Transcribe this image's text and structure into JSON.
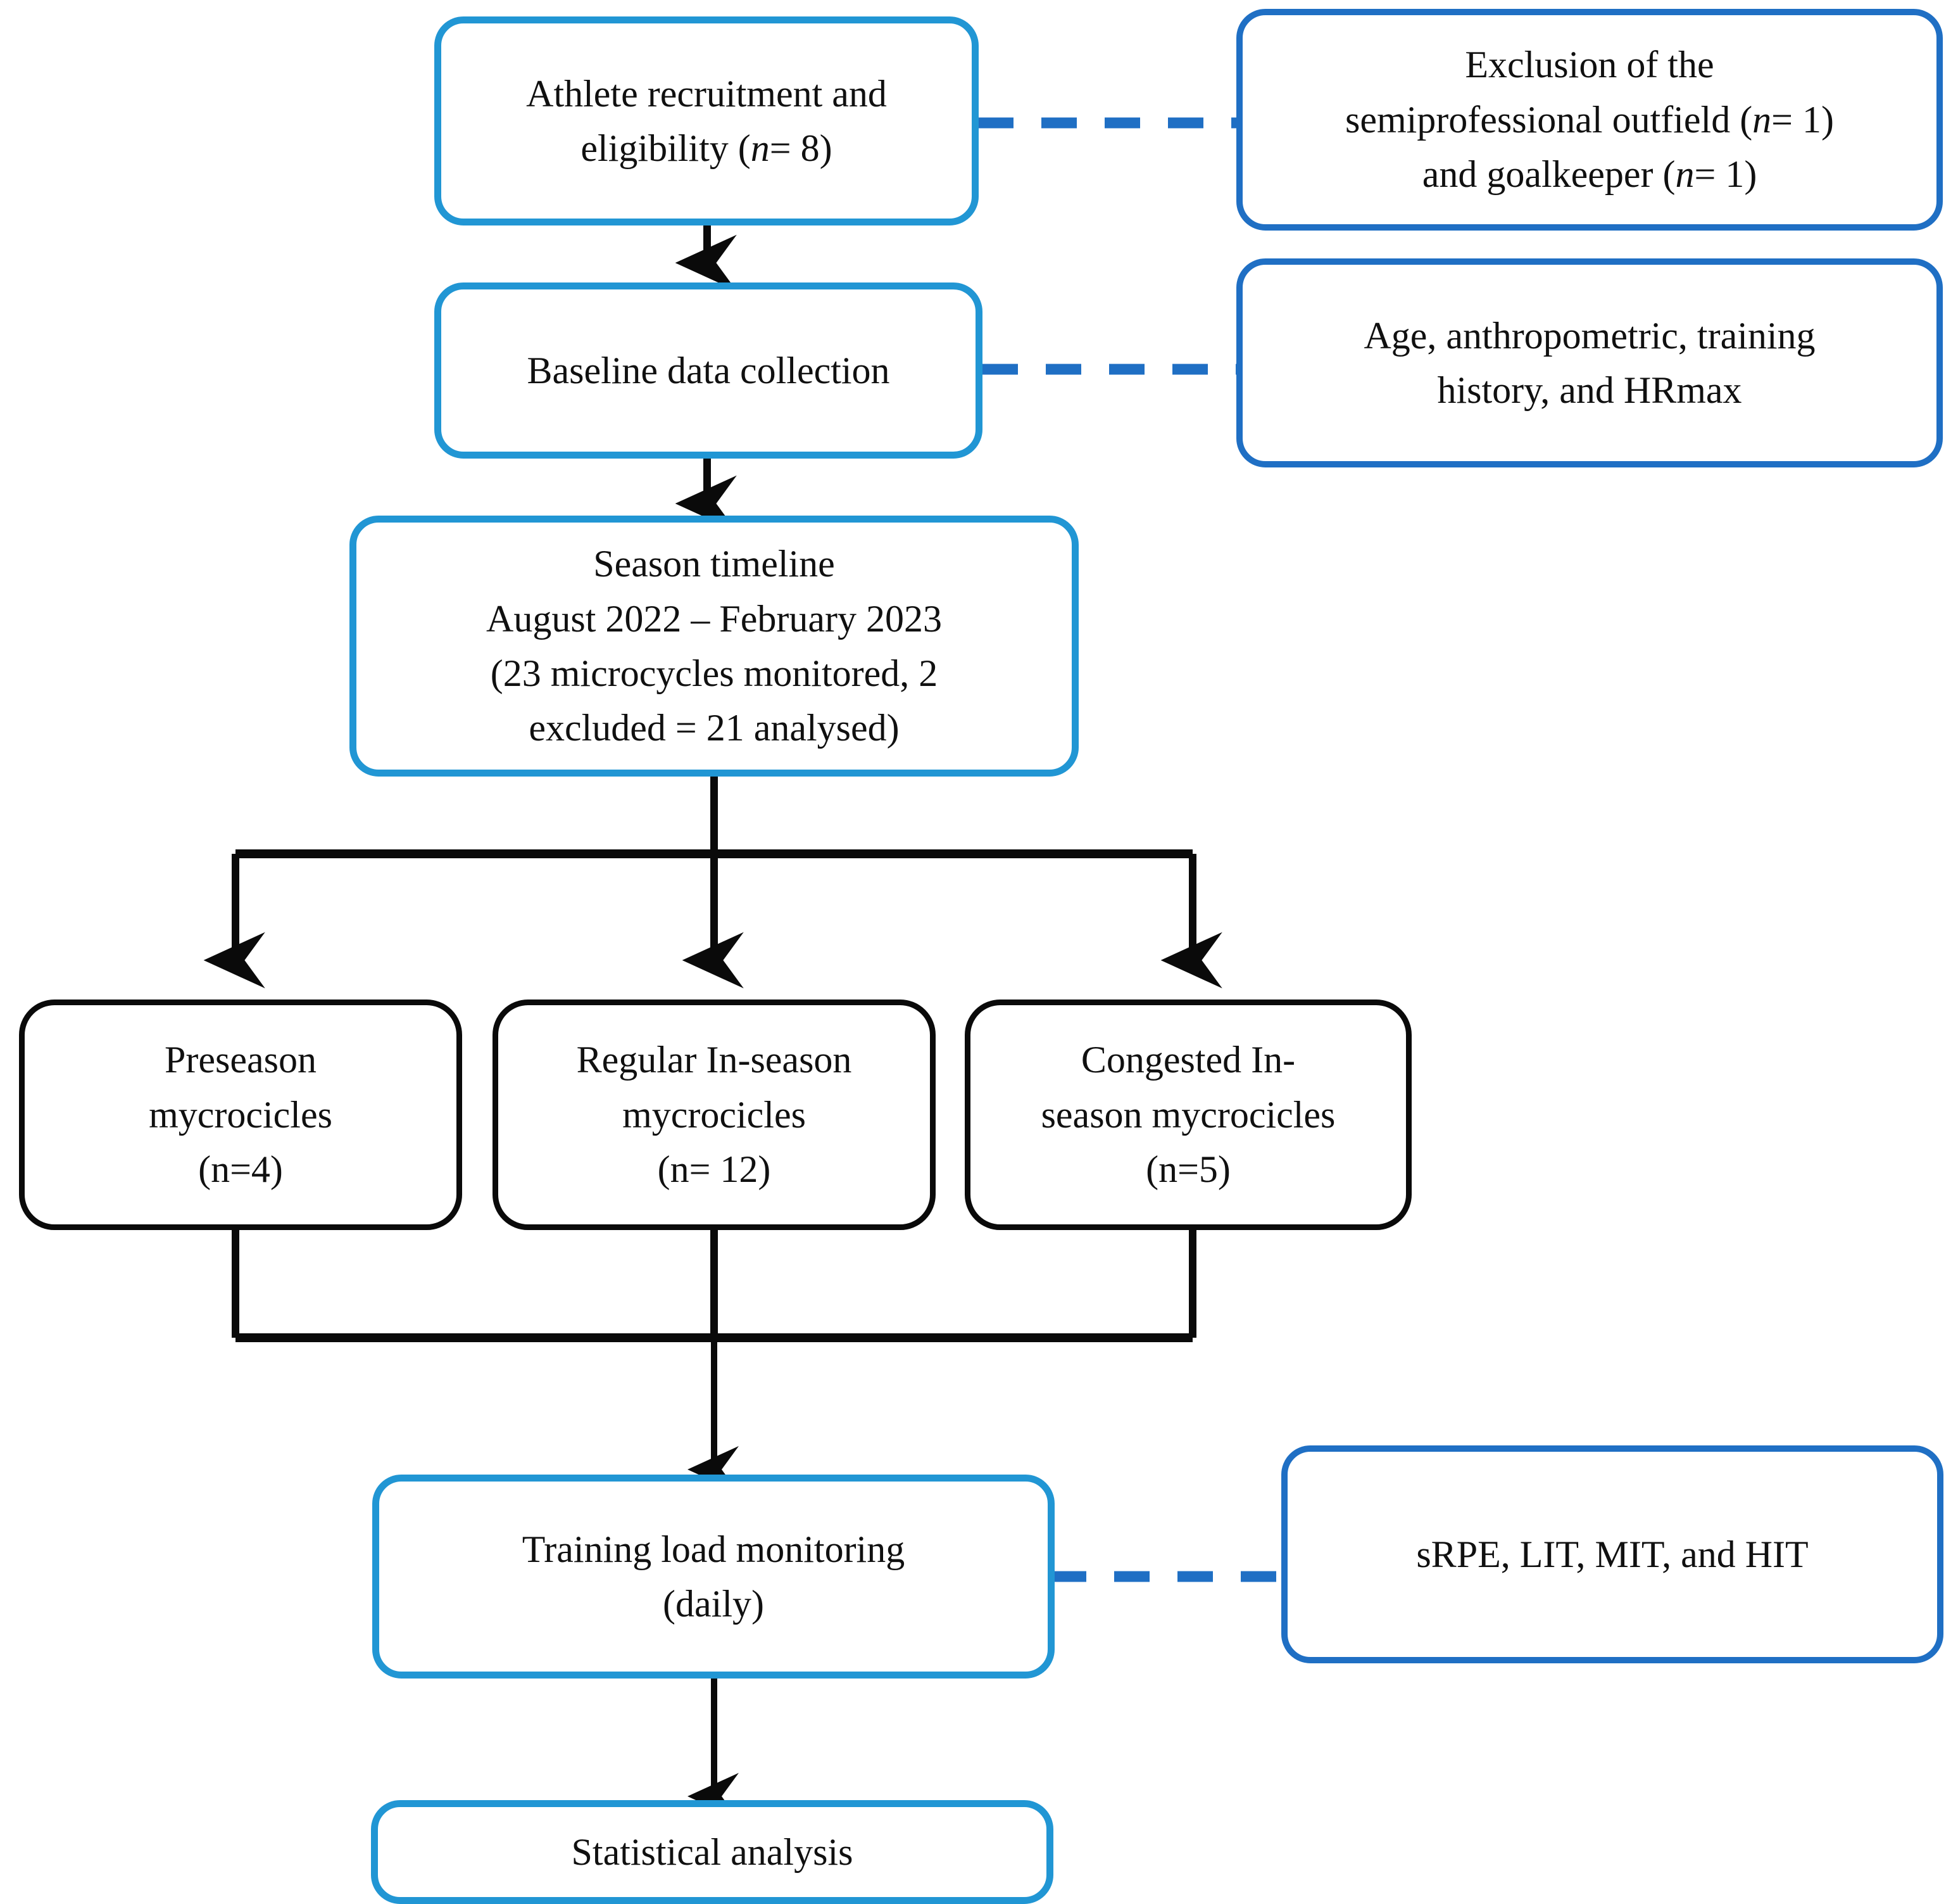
{
  "figure": {
    "type": "flowchart",
    "title": "Study design flowchart",
    "colors": {
      "box_border_primary": "#2196D4",
      "box_border_side": "#1F6FC4",
      "box_border_group": "#0A0A0A",
      "connector_solid": "#0A0A0A",
      "connector_dashed": "#1F6FC4",
      "background": "#FFFFFF",
      "text": "#101010"
    },
    "nodes": {
      "athlete_recruitment": {
        "id": "athlete-recruitment",
        "text": "Athlete recruitment and\neligibility (n= 8)",
        "line1": "Athlete recruitment and",
        "line2_prefix": "eligibility (",
        "line2_italic": "n",
        "line2_suffix": "= 8)",
        "border_style": "blue-light"
      },
      "exclusion": {
        "id": "exclusion",
        "text": "Exclusion of the\nsemiprofessional outfield (n= 1)\nand goalkeeper (n= 1)",
        "line1": "Exclusion of the",
        "line2_prefix": "semiprofessional outfield (",
        "line2_italic": "n",
        "line2_suffix": "= 1)",
        "line3_prefix": "and goalkeeper (",
        "line3_italic": "n",
        "line3_suffix": "= 1)",
        "border_style": "blue-dark"
      },
      "baseline": {
        "id": "baseline-data-collection",
        "text": "Baseline data collection",
        "border_style": "blue-light"
      },
      "baseline_detail": {
        "id": "baseline-detail",
        "text": "Age, anthropometric, training\nhistory, and HRmax",
        "border_style": "blue-dark"
      },
      "season_timeline": {
        "id": "season-timeline",
        "text": "Season timeline\nAugust 2022 – February 2023\n(23 microcycles monitored, 2\nexcluded = 21 analysed)",
        "border_style": "blue-light"
      },
      "preseason": {
        "id": "preseason-microcycles",
        "text": "Preseason\nmycrocicles\n(n=4)",
        "border_style": "black"
      },
      "regular_inseason": {
        "id": "regular-in-season-microcycles",
        "text": "Regular In-season\nmycrocicles\n(n= 12)",
        "border_style": "black"
      },
      "congested_inseason": {
        "id": "congested-in-season-microcycles",
        "text": "Congested In-\nseason mycrocicles\n(n=5)",
        "border_style": "black"
      },
      "training_load": {
        "id": "training-load-monitoring",
        "text": "Training load monitoring\n(daily)",
        "border_style": "blue-light"
      },
      "training_load_detail": {
        "id": "training-load-detail",
        "text": "sRPE, LIT, MIT, and HIT",
        "border_style": "blue-dark"
      },
      "statistical_analysis": {
        "id": "statistical-analysis",
        "text": "Statistical analysis",
        "border_style": "blue-light"
      }
    },
    "edges": [
      {
        "from": "athlete_recruitment",
        "to": "exclusion",
        "style": "dashed",
        "color": "#1F6FC4"
      },
      {
        "from": "athlete_recruitment",
        "to": "baseline",
        "style": "solid-arrow",
        "color": "#0A0A0A"
      },
      {
        "from": "baseline",
        "to": "baseline_detail",
        "style": "dashed",
        "color": "#1F6FC4"
      },
      {
        "from": "baseline",
        "to": "season_timeline",
        "style": "solid-arrow",
        "color": "#0A0A0A"
      },
      {
        "from": "season_timeline",
        "to": "preseason",
        "style": "solid-arrow",
        "color": "#0A0A0A"
      },
      {
        "from": "season_timeline",
        "to": "regular_inseason",
        "style": "solid-arrow",
        "color": "#0A0A0A"
      },
      {
        "from": "season_timeline",
        "to": "congested_inseason",
        "style": "solid-arrow",
        "color": "#0A0A0A"
      },
      {
        "from": "preseason",
        "to": "training_load",
        "style": "solid-merge",
        "color": "#0A0A0A"
      },
      {
        "from": "regular_inseason",
        "to": "training_load",
        "style": "solid-merge",
        "color": "#0A0A0A"
      },
      {
        "from": "congested_inseason",
        "to": "training_load",
        "style": "solid-merge",
        "color": "#0A0A0A"
      },
      {
        "from": "training_load",
        "to": "training_load_detail",
        "style": "dashed",
        "color": "#1F6FC4"
      },
      {
        "from": "training_load",
        "to": "statistical_analysis",
        "style": "solid-arrow",
        "color": "#0A0A0A"
      }
    ]
  }
}
